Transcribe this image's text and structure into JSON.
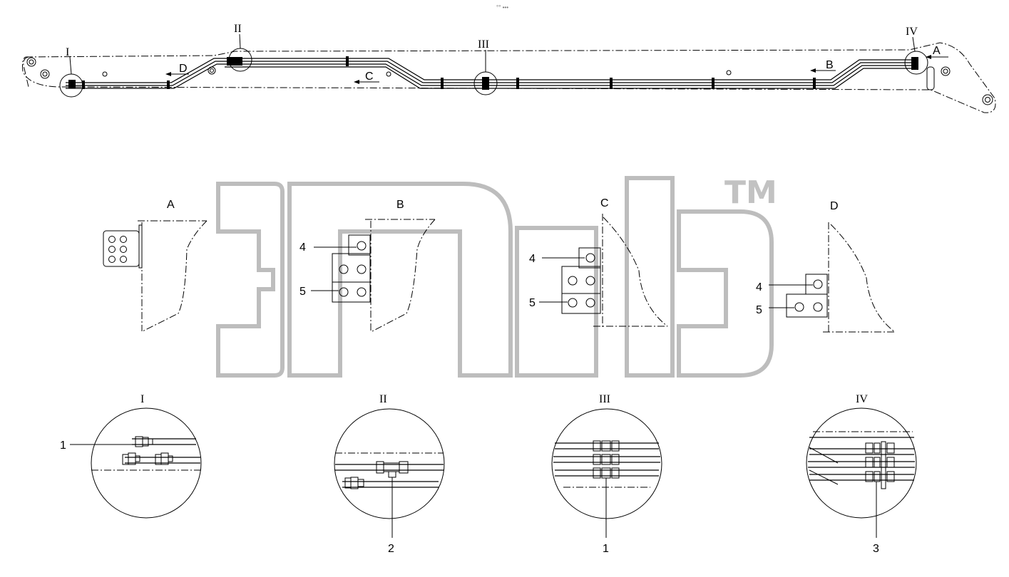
{
  "toolbar": {
    "dots": "°° •••"
  },
  "callouts": {
    "detail_I": "I",
    "detail_II": "II",
    "detail_III": "III",
    "detail_IV": "IV"
  },
  "views": {
    "A": "A",
    "B": "B",
    "C": "C",
    "D": "D"
  },
  "parts": {
    "p1": "1",
    "p2": "2",
    "p3": "3",
    "p4": "4",
    "p5": "5"
  },
  "watermark": {
    "mark": "TM",
    "icon": "epc-logo-watermark"
  },
  "colors": {
    "line": "#000000",
    "watermark": "#bdbdbd",
    "background": "#ffffff"
  }
}
